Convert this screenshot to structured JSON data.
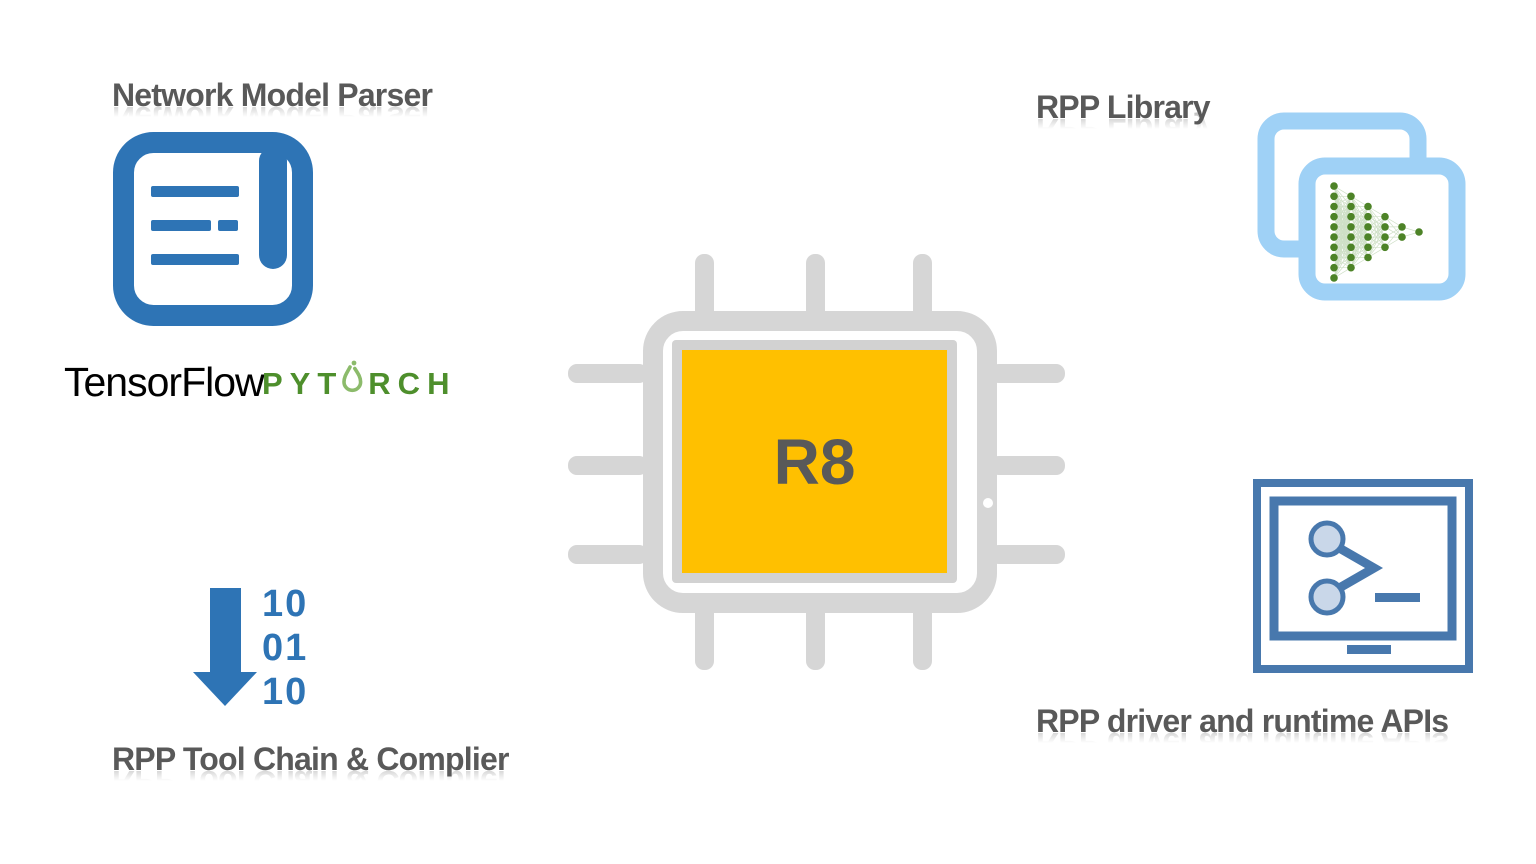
{
  "slide": {
    "background": "#FFFFFF"
  },
  "parser": {
    "title": "Network Model Parser",
    "icon": "document-icon",
    "tensorflow_part1": "Tensor",
    "tensorflow_part2": "Flow",
    "pytorch_left": "PYT",
    "pytorch_right": "RCH",
    "pytorch_icon": "flame-icon"
  },
  "chip": {
    "label": "R8",
    "icon": "processor-chip-icon"
  },
  "library": {
    "title": "RPP Library",
    "icon": "stacked-windows-icon",
    "network_icon": "neural-network-icon",
    "network_columns": [
      10,
      8,
      6,
      4,
      2,
      1
    ]
  },
  "toolchain": {
    "title": "RPP Tool Chain & Complier",
    "icon": "down-arrow-icon",
    "binary_rows": [
      "10",
      "01",
      "10"
    ]
  },
  "runtime": {
    "title": "RPP driver and runtime APIs",
    "icon": "monitor-terminal-icon"
  },
  "colors": {
    "accent_blue": "#2E74B5",
    "steel_blue": "#4878AD",
    "light_blue": "#9FD1F6",
    "chip_gray": "#D6D6D6",
    "chip_yellow": "#FFC000",
    "title_gray": "#595959",
    "pytorch_green": "#4E8F2C",
    "flame_green": "#8CBB6B",
    "tensorflow_green_dark": "#8FBA8F",
    "tensorflow_green_light": "#B0CEB0",
    "network_dot_green": "#4D8327"
  }
}
